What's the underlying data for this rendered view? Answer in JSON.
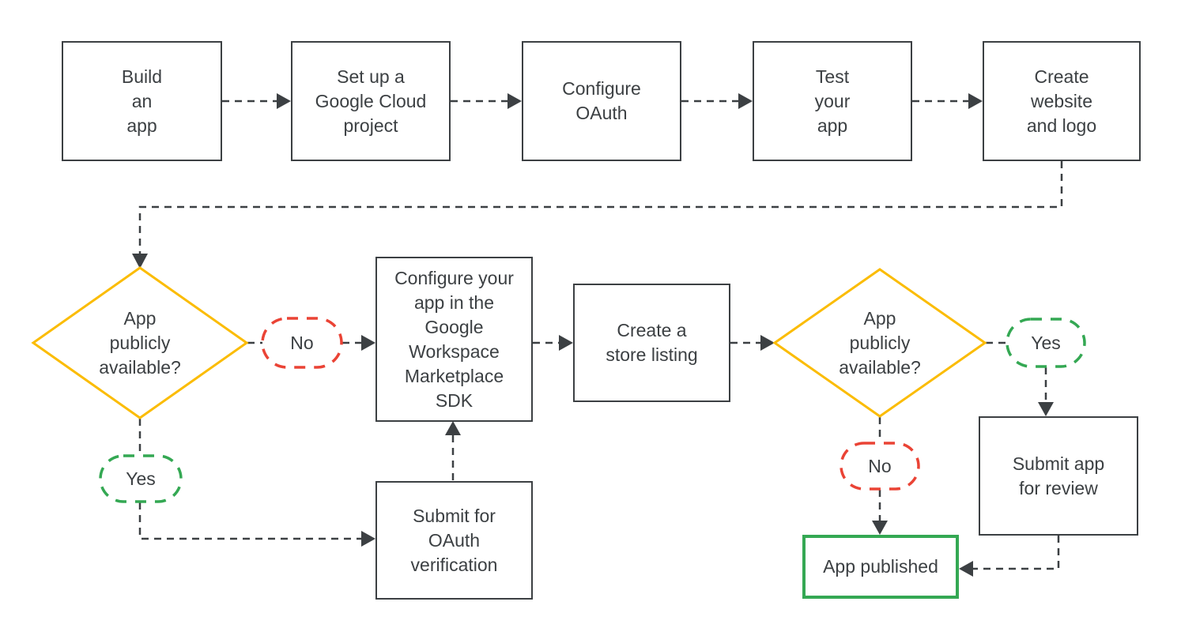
{
  "diagram": {
    "type": "flowchart",
    "colors": {
      "line": "#3c4043",
      "text": "#3c4043",
      "process_border": "#3c4043",
      "decision_border": "#fbbc04",
      "yes_border": "#34a853",
      "no_border": "#ea4335",
      "published_border": "#34a853",
      "background": "#ffffff"
    },
    "nodes": {
      "build_app": {
        "label": "Build\nan\napp"
      },
      "setup_project": {
        "label": "Set up a\nGoogle Cloud\nproject"
      },
      "configure_oauth": {
        "label": "Configure\nOAuth"
      },
      "test_app": {
        "label": "Test\nyour\napp"
      },
      "create_website": {
        "label": "Create\nwebsite\nand logo"
      },
      "decision1": {
        "label": "App\npublicly\navailable?"
      },
      "no1": {
        "label": "No"
      },
      "yes1": {
        "label": "Yes"
      },
      "sdk": {
        "label": "Configure your\napp in the\nGoogle\nWorkspace\nMarketplace\nSDK"
      },
      "store_listing": {
        "label": "Create a\nstore listing"
      },
      "decision2": {
        "label": "App\npublicly\navailable?"
      },
      "yes2": {
        "label": "Yes"
      },
      "no2": {
        "label": "No"
      },
      "submit_review": {
        "label": "Submit app\nfor review"
      },
      "submit_oauth": {
        "label": "Submit for\nOAuth\nverification"
      },
      "app_published": {
        "label": "App published"
      }
    },
    "edges": [
      {
        "from": "build_app",
        "to": "setup_project"
      },
      {
        "from": "setup_project",
        "to": "configure_oauth"
      },
      {
        "from": "configure_oauth",
        "to": "test_app"
      },
      {
        "from": "test_app",
        "to": "create_website"
      },
      {
        "from": "create_website",
        "to": "decision1"
      },
      {
        "from": "decision1",
        "via": "no1",
        "to": "sdk"
      },
      {
        "from": "decision1",
        "via": "yes1",
        "to": "submit_oauth"
      },
      {
        "from": "submit_oauth",
        "to": "sdk"
      },
      {
        "from": "sdk",
        "to": "store_listing"
      },
      {
        "from": "store_listing",
        "to": "decision2"
      },
      {
        "from": "decision2",
        "via": "yes2",
        "to": "submit_review"
      },
      {
        "from": "decision2",
        "via": "no2",
        "to": "app_published"
      },
      {
        "from": "submit_review",
        "to": "app_published"
      }
    ]
  }
}
